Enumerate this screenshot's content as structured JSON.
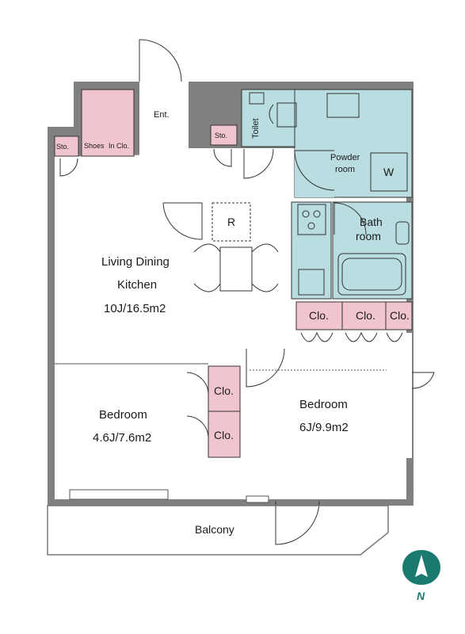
{
  "labels": {
    "ent": "Ent.",
    "sto_left": "Sto.",
    "shoes": "Shoes",
    "in_clo": "In Clo.",
    "sto_hall": "Sto.",
    "toilet": "Toilet",
    "powder_1": "Powder",
    "powder_2": "room",
    "washer": "W",
    "bath_1": "Bath",
    "bath_2": "room",
    "fridge": "R",
    "ldk_1": "Living Dining",
    "ldk_2": "Kitchen",
    "ldk_3": "10J/16.5m2",
    "clo_1": "Clo.",
    "clo_2": "Clo.",
    "clo_3": "Clo.",
    "clo_4": "Clo.",
    "clo_5": "Clo.",
    "bed_small_1": "Bedroom",
    "bed_small_2": "4.6J/7.6m2",
    "bed_large_1": "Bedroom",
    "bed_large_2": "6J/9.9m2",
    "balcony": "Balcony",
    "north": "N"
  },
  "colors": {
    "wall": "#808080",
    "wet_area": "#b9dde0",
    "closet": "#f0c5d0",
    "fixture_line": "#333333",
    "north_mark": "#1a7a70"
  }
}
